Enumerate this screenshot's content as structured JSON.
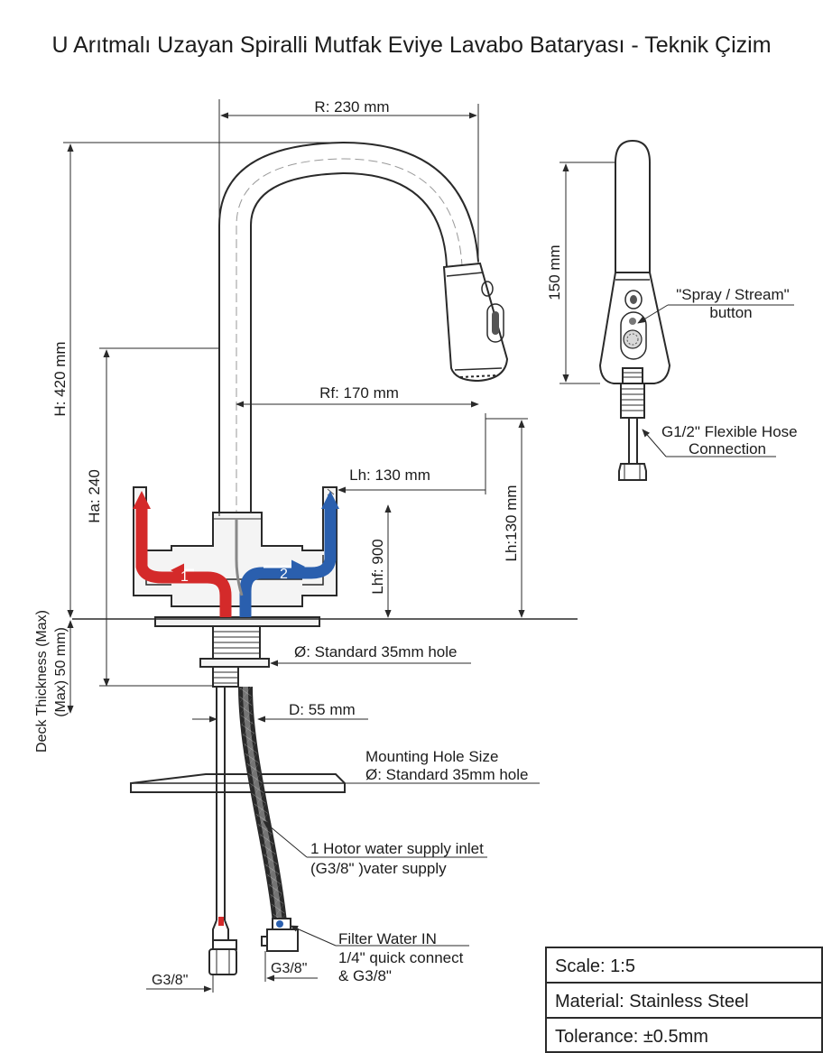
{
  "title": "U Arıtmalı Uzayan Spiralli Mutfak Eviye Lavabo Bataryası - Teknik Çizim",
  "dims": {
    "r": "R: 230 mm",
    "h": "H: 420 mm",
    "rf": "Rf: 170 mm",
    "ha": "Ha: 240",
    "lh_top": "Lh: 130 mm",
    "lh_side": "Lh:130 mm",
    "lhf": "Lhf: 900",
    "deck_1": "Deck Thickness (Max)",
    "deck_2": "(Max) 50 mm)",
    "hole": "Ø: Standard 35mm hole",
    "d": "D: 55 mm",
    "spray_h": "150 mm",
    "g38_left": "G3/8\"",
    "g38_mid": "G3/8\""
  },
  "callouts": {
    "spray_1": "\"Spray / Stream\"",
    "spray_2": "button",
    "hose_1": "G1/2\" Flexible Hose",
    "hose_2": "Connection",
    "mount_1": "Mounting Hole Size",
    "mount_2": "Ø: Standard 35mm hole",
    "inlet_1": "1 Hotor water supply inlet",
    "inlet_2": "(G3/8\" )vater supply",
    "filter_1": "Filter Water IN",
    "filter_2": "1/4\" quick connect",
    "filter_3": "& G3/8\""
  },
  "flow_labels": {
    "hot": "1",
    "cold": "2"
  },
  "title_block": {
    "scale": "Scale: 1:5",
    "material": "Material: Stainless Steel",
    "tolerance": "Tolerance: ±0.5mm"
  },
  "colors": {
    "hot": "#d42a2a",
    "cold": "#2a5fae",
    "line": "#2a2a2a"
  }
}
